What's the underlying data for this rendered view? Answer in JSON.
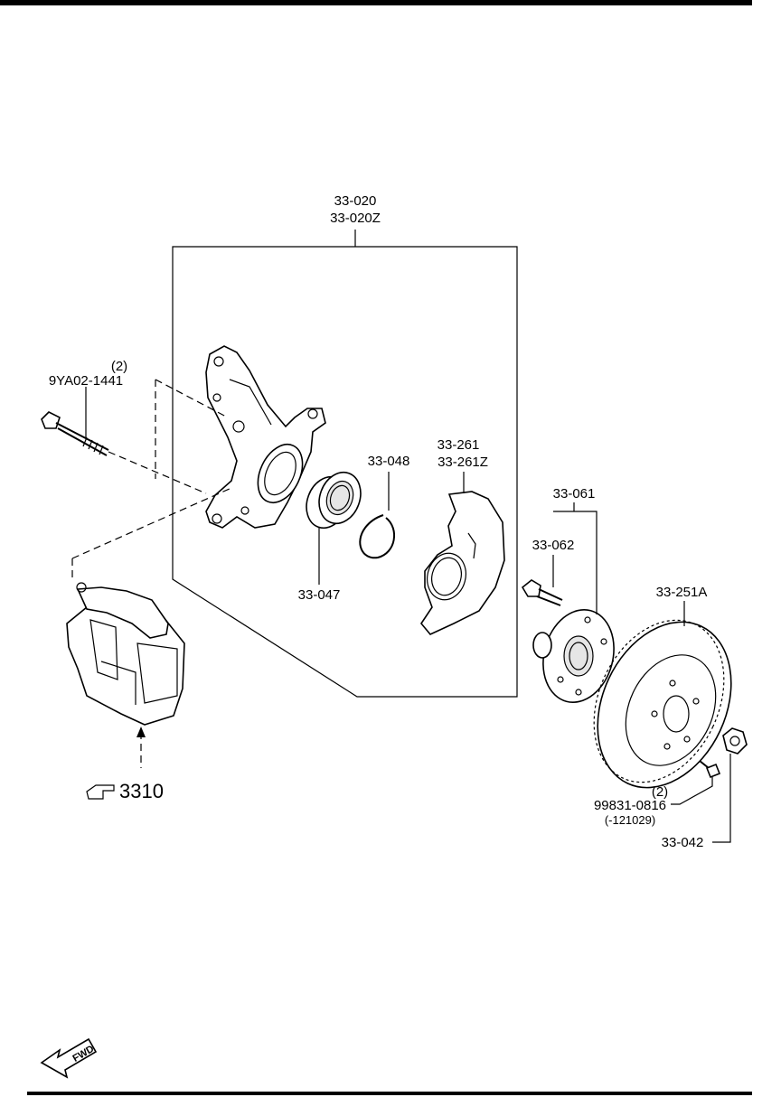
{
  "labels": {
    "knuckle_assy_1": "33-020",
    "knuckle_assy_2": "33-020Z",
    "bolt_qty": "(2)",
    "bolt_part": "9YA02-1441",
    "snap_ring": "33-048",
    "dust_cover_1": "33-261",
    "dust_cover_2": "33-261Z",
    "bearing": "33-047",
    "hub_assy": "33-061",
    "hub_bolt": "33-062",
    "disc": "33-251A",
    "screw_qty": "(2)",
    "screw_part": "99831-0816",
    "screw_note": "(-121029)",
    "lock_nut": "33-042",
    "caliper_ref": "3310",
    "fwd": "FWD"
  },
  "icons": [
    "pointing-hand-icon",
    "fwd-arrow-icon"
  ]
}
